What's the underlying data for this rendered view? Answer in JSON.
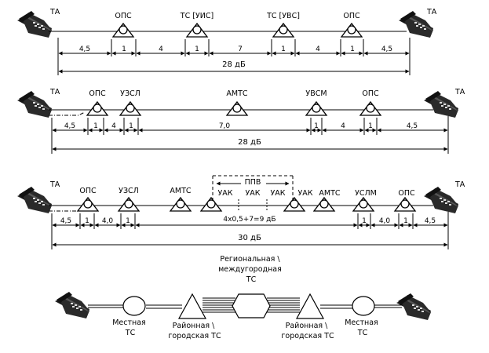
{
  "chain1": {
    "phone_left": "ТА",
    "phone_right": "ТА",
    "nodes": [
      "ОПС",
      "ТС [УИС]",
      "ТС [УВС]",
      "ОПС"
    ],
    "segments": [
      "4,5",
      "1",
      "4",
      "1",
      "7",
      "1",
      "4",
      "1",
      "4,5"
    ],
    "total": "28 дБ"
  },
  "chain2": {
    "phone_left": "ТА",
    "phone_right": "ТА",
    "nodes": [
      "ОПС",
      "УЗСЛ",
      "АМТС",
      "УВСМ",
      "ОПС"
    ],
    "segments": [
      "4,5",
      "1",
      "4",
      "1",
      "7,0",
      "1",
      "4",
      "1",
      "4,5"
    ],
    "total": "28 дБ"
  },
  "chain3": {
    "phone_left": "ТА",
    "phone_right": "ТА",
    "nodes": [
      "ОПС",
      "УЗСЛ",
      "АМТС",
      "УАК",
      "УАК",
      "УАК",
      "УАК",
      "АМТС",
      "УСЛМ",
      "ОПС"
    ],
    "ppv": "ППВ",
    "segments": [
      "4,5",
      "1",
      "4,0",
      "1",
      "4х0,5+7=9 дБ",
      "1",
      "4,0",
      "1",
      "4,5"
    ],
    "total": "30 дБ"
  },
  "hierarchy": {
    "center": "Региональная \\ междугородная ТС",
    "left_local": "Местная ТС",
    "left_district": "Районная \\ городская ТС",
    "right_district": "Районная \\ городская ТС",
    "right_local": "Местная ТС"
  }
}
